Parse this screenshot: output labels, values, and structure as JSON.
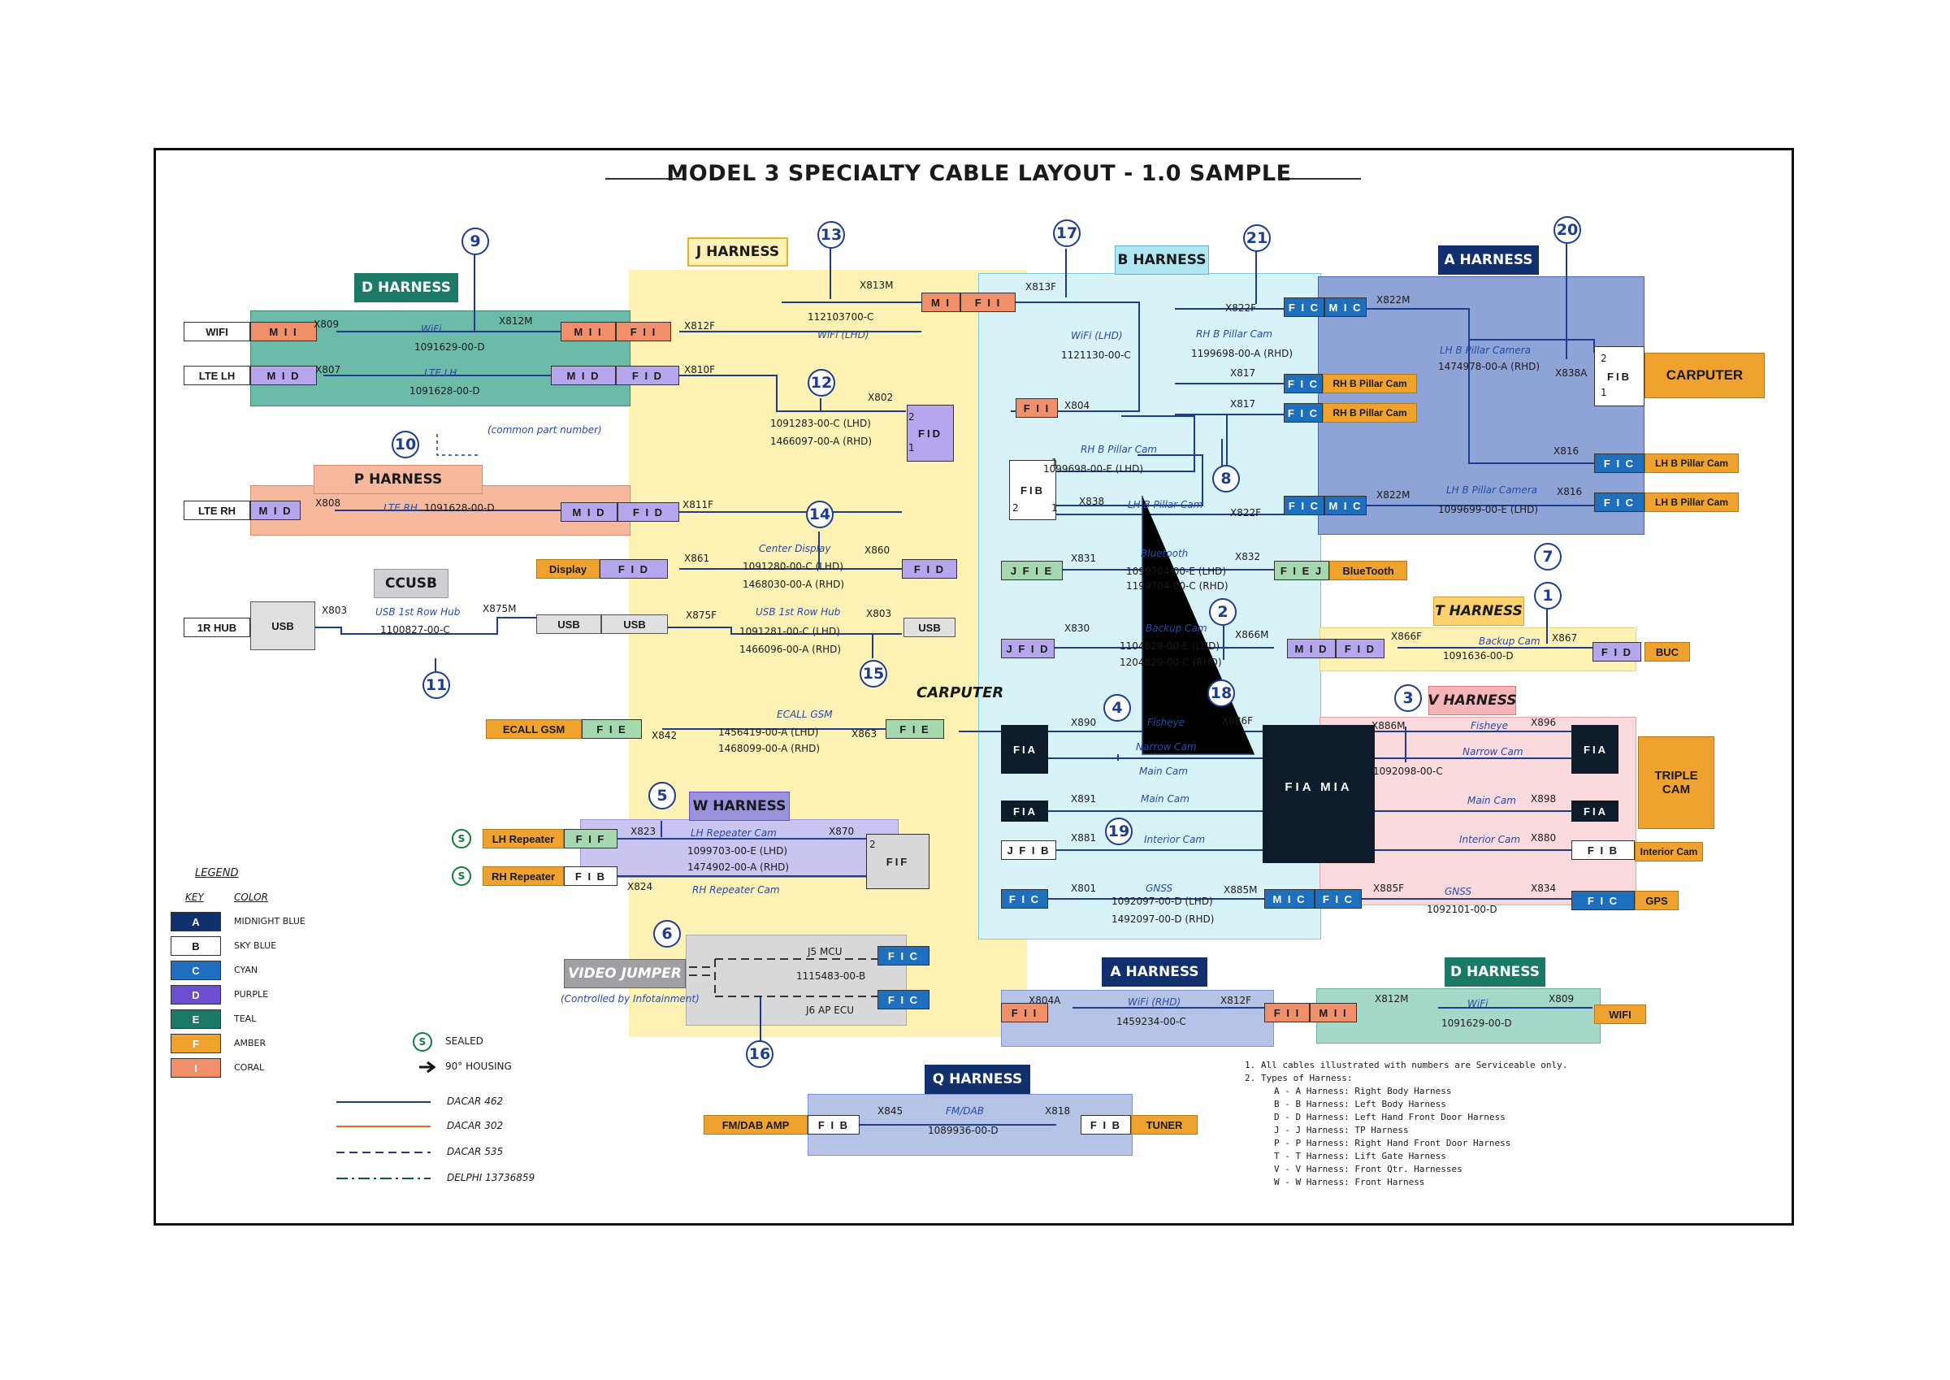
{
  "title": "MODEL 3 SPECIALTY CABLE LAYOUT - 1.0 SAMPLE",
  "colors": {
    "midnight_blue": "#10306e",
    "sky_blue": "#ffffff",
    "cyan": "#1e6fbe",
    "purple": "#6b4fd0",
    "teal": "#1a7a66",
    "amber": "#f0a22e",
    "coral": "#f08f6a"
  },
  "harness_labels": {
    "d": "D HARNESS",
    "j": "J HARNESS",
    "b": "B HARNESS",
    "a": "A HARNESS",
    "p": "P HARNESS",
    "ccusb": "CCUSB",
    "t": "T HARNESS",
    "v": "V HARNESS",
    "w": "W HARNESS",
    "a2": "A HARNESS",
    "d2": "D HARNESS",
    "q": "Q HARNESS",
    "video": "VIDEO JUMPER"
  },
  "numbers": [
    "9",
    "13",
    "17",
    "21",
    "20",
    "12",
    "10",
    "14",
    "8",
    "7",
    "2",
    "11",
    "15",
    "18",
    "3",
    "4",
    "19",
    "5",
    "6",
    "16",
    "1"
  ],
  "devices": {
    "wifi": "WIFI",
    "lte_lh": "LTE LH",
    "lte_rh": "LTE RH",
    "hub": "1R HUB",
    "display": "Display",
    "ecall": "ECALL GSM",
    "carputer_a": "CARPUTER",
    "lh_repeater": "LH Repeater",
    "rh_repeater": "RH Repeater",
    "rh_bpillar_cam1": "RH B Pillar Cam",
    "rh_bpillar_cam2": "RH B Pillar Cam",
    "lh_bpillar_cam1": "LH B Pillar Cam",
    "lh_bpillar_cam2": "LH B Pillar Cam",
    "bluetooth": "BlueTooth",
    "buc": "BUC",
    "triple_cam": "TRIPLE CAM",
    "interior_cam": "Interior Cam",
    "gps": "GPS",
    "wifi2": "WIFI",
    "fm_amp": "FM/DAB AMP",
    "tuner": "TUNER",
    "usb": "USB",
    "usb2": "USB",
    "usb3": "USB",
    "usb4": "USB"
  },
  "connectors": {
    "mii1": [
      "M",
      "I",
      "I"
    ],
    "mid1": [
      "M",
      "I",
      "D"
    ],
    "mii2": [
      "M",
      "I",
      "I"
    ],
    "fii1": [
      "F",
      "I",
      "I"
    ],
    "mid2": [
      "M",
      "I",
      "D"
    ],
    "fid2": [
      "F",
      "I",
      "D"
    ],
    "mid3": [
      "M",
      "I",
      "D"
    ],
    "mid4": [
      "M",
      "I",
      "D"
    ],
    "fid4": [
      "F",
      "I",
      "D"
    ],
    "fid5": [
      "F",
      "I",
      "D"
    ],
    "fid6": [
      "F",
      "I",
      "D"
    ],
    "fie1": [
      "F",
      "I",
      "E"
    ],
    "fie2": [
      "F",
      "I",
      "E"
    ],
    "mi_top": [
      "M",
      "I"
    ],
    "fii_top": [
      "F",
      "I",
      "I"
    ],
    "fii_mid": [
      "F",
      "I",
      "I"
    ],
    "fic1": [
      "F",
      "I",
      "C"
    ],
    "mic1": [
      "M",
      "I",
      "C"
    ],
    "fic2": [
      "F",
      "I",
      "C"
    ],
    "fic3": [
      "F",
      "I",
      "C"
    ],
    "fic4": [
      "F",
      "I",
      "C"
    ],
    "mic2": [
      "M",
      "I",
      "C"
    ],
    "fic5": [
      "F",
      "I",
      "C"
    ],
    "fic6": [
      "F",
      "I",
      "C"
    ],
    "jfie": [
      "J",
      "F",
      "I",
      "E"
    ],
    "fiej": [
      "F",
      "I",
      "E",
      "J"
    ],
    "jfid": [
      "J",
      "F",
      "I",
      "D"
    ],
    "mid5": [
      "M",
      "I",
      "D"
    ],
    "fid7": [
      "F",
      "I",
      "D"
    ],
    "fid8": [
      "F",
      "I",
      "D"
    ],
    "fif": [
      "F",
      "I",
      "F"
    ],
    "fib_rh": [
      "F",
      "I",
      "B"
    ],
    "fic_v1": [
      "F",
      "I",
      "C"
    ],
    "fic_v2": [
      "F",
      "I",
      "C"
    ],
    "fia1": [
      "F",
      "I",
      "A"
    ],
    "jfib": [
      "J",
      "F",
      "I",
      "B"
    ],
    "fic7": [
      "F",
      "I",
      "C"
    ],
    "mic3": [
      "M",
      "I",
      "C"
    ],
    "fic8": [
      "F",
      "I",
      "C"
    ],
    "fia_r": [
      "F",
      "I",
      "A"
    ],
    "fib_r": [
      "F",
      "I",
      "B"
    ],
    "fic9": [
      "F",
      "I",
      "C"
    ],
    "fii_b": [
      "F",
      "I",
      "I"
    ],
    "fii_b2": [
      "F",
      "I",
      "I"
    ],
    "mii_b": [
      "M",
      "I",
      "I"
    ],
    "mii_b2": [
      "M",
      "I",
      "I"
    ],
    "fib_q1": [
      "F",
      "I",
      "B"
    ],
    "fib_q2": [
      "F",
      "I",
      "B"
    ]
  },
  "texts": {
    "x809": "X809",
    "wifi_it": "WiFi",
    "x812m": "X812M",
    "pn1": "1091629-00-D",
    "x807": "X807",
    "ltelh_it": "LTE LH",
    "pn2": "1091628-00-D",
    "x812f": "X812F",
    "x810f": "X810F",
    "x813m": "X813M",
    "pn3": "112103700-C",
    "wifi_lhd": "WiFi (LHD)",
    "x802": "X802",
    "pn4": "1091283-00-C (LHD)",
    "pn5": "1466097-00-A (RHD)",
    "common": "(common part number)",
    "x808": "X808",
    "ltrh_it": "LTE RH",
    "pn6": "1091628-00-D",
    "x811f": "X811F",
    "center_disp": "Center Display",
    "x860": "X860",
    "x861": "X861",
    "pn7": "1091280-00-C (LHD)",
    "pn8": "1468030-00-A (RHD)",
    "x803a": "X803",
    "usb1row": "USB 1st Row Hub",
    "x875m": "X875M",
    "pn9": "1100827-00-C",
    "x875f": "X875F",
    "usb1row2": "USB 1st Row Hub",
    "x803b": "X803",
    "pn10": "1091281-00-C (LHD)",
    "pn11": "1466096-00-A (RHD)",
    "carputer": "CARPUTER",
    "ecall_it": "ECALL GSM",
    "x842": "X842",
    "x863": "X863",
    "pn12": "1456419-00-A (LHD)",
    "pn13": "1468099-00-A (RHD)",
    "x813f": "X813F",
    "wifi_lhd2": "WiFi (LHD)",
    "pn14": "1121130-00-C",
    "x804": "X804",
    "x822f": "X822F",
    "rhb_it": "RH B Pillar Cam",
    "pn15": "1199698-00-A (RHD)",
    "x817a": "X817",
    "x817b": "X817",
    "rhb_it2": "RH B Pillar Cam",
    "pn16": "1099698-00-E (LHD)",
    "x838": "X838",
    "lhb_it": "LH B Pillar Cam",
    "x822f2": "X822F",
    "x822m": "X822M",
    "lhb_it2": "LH B Pillar Camera",
    "pn17": "1474978-00-A (RHD)",
    "x838a": "X838A",
    "x816a": "X816",
    "x822m2": "X822M",
    "lhb_it3": "LH B Pillar Camera",
    "x816b": "X816",
    "pn18": "1099699-00-E (LHD)",
    "x831": "X831",
    "bt_it": "Bluetooth",
    "x832": "X832",
    "pn19": "1099704-00-E (LHD)",
    "pn20": "1199704-00-C (RHD)",
    "x830": "X830",
    "backup_it": "Backup Cam",
    "x866m": "X866M",
    "pn21": "1104829-00-E (LHD)",
    "pn22": "1204829-00-C (RHD)",
    "x866f": "X866F",
    "backup_it2": "Backup Cam",
    "x867": "X867",
    "pn23": "1091636-00-D",
    "x890": "X890",
    "fisheye": "Fisheye",
    "x886f": "X886F",
    "narrow": "Narrow Cam",
    "main1": "Main Cam",
    "x891": "X891",
    "main2": "Main Cam",
    "x881": "X881",
    "interior": "Interior Cam",
    "x801": "X801",
    "gnss": "GNSS",
    "x885m": "X885M",
    "pn24": "1092097-00-D (LHD)",
    "pn25": "1492097-00-D (RHD)",
    "x886m": "X886M",
    "fisheye2": "Fisheye",
    "x896": "X896",
    "narrow2": "Narrow Cam",
    "pn26": "1092098-00-C",
    "main3": "Main Cam",
    "x898": "X898",
    "interior2": "Interior Cam",
    "x880": "X880",
    "x885f": "X885F",
    "gnss2": "GNSS",
    "x834": "X834",
    "pn27": "1092101-00-D",
    "x823": "X823",
    "lhrep_it": "LH Repeater Cam",
    "x870": "X870",
    "pn28": "1099703-00-E (LHD)",
    "pn29": "1474902-00-A (RHD)",
    "x824": "X824",
    "rhrep_it": "RH Repeater Cam",
    "j5": "J5 MCU",
    "pn30": "1115483-00-B",
    "j6": "J6 AP ECU",
    "infotain": "(Controlled by Infotainment)",
    "x804a": "X804A",
    "wifi_rhd": "WiFi (RHD)",
    "x812f2": "X812F",
    "pn31": "1459234-00-C",
    "x812m2": "X812M",
    "wifi_it2": "WiFi",
    "x809b": "X809",
    "pn32": "1091629-00-D",
    "x845": "X845",
    "fmdab": "FM/DAB",
    "x818": "X818",
    "pn33": "1089936-00-D",
    "p1": "1",
    "p2": "2",
    "p3": "1",
    "p4": "2",
    "p5": "1",
    "p6": "2",
    "p7": "1",
    "p8": "2"
  },
  "legend": {
    "title": "LEGEND",
    "key_h": "KEY",
    "color_h": "COLOR",
    "rows": [
      {
        "k": "A",
        "c": "MIDNIGHT BLUE"
      },
      {
        "k": "B",
        "c": "SKY BLUE"
      },
      {
        "k": "C",
        "c": "CYAN"
      },
      {
        "k": "D",
        "c": "PURPLE"
      },
      {
        "k": "E",
        "c": "TEAL"
      },
      {
        "k": "F",
        "c": "AMBER"
      },
      {
        "k": "I",
        "c": "CORAL"
      }
    ],
    "sealed_k": "S",
    "sealed": "SEALED",
    "housing": "90° HOUSING",
    "lines": [
      {
        "n": "DACAR 462"
      },
      {
        "n": "DACAR 302"
      },
      {
        "n": "DACAR 535"
      },
      {
        "n": "DELPHI 13736859"
      }
    ]
  },
  "notes": {
    "n1": "1.  All cables illustrated with numbers are Serviceable only.",
    "n2": "2.  Types of Harness:",
    "items": [
      "A - A Harness: Right Body Harness",
      "B - B Harness: Left Body Harness",
      "D - D Harness: Left Hand Front Door Harness",
      "J - J Harness: TP Harness",
      "P - P Harness: Right Hand Front Door Harness",
      "T - T Harness: Lift Gate Harness",
      "V - V Harness: Front Qtr. Harnesses",
      "W - W Harness: Front Harness"
    ]
  }
}
